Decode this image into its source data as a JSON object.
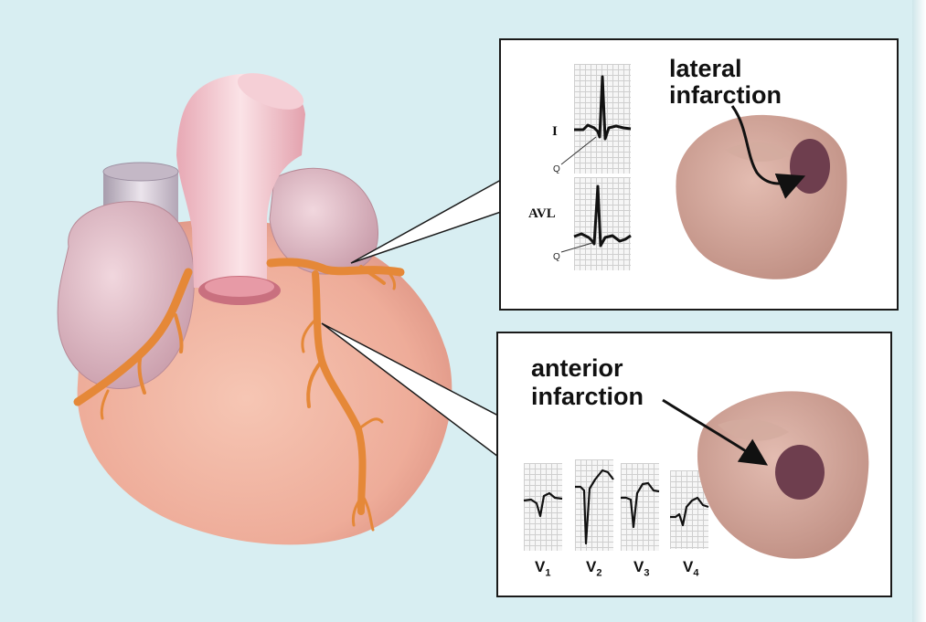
{
  "lateral_panel": {
    "title_line1": "lateral",
    "title_line2": "infarction",
    "leads": [
      {
        "label": "I",
        "q_label": "Q"
      },
      {
        "label": "AVL",
        "q_label": "Q"
      }
    ]
  },
  "anterior_panel": {
    "title_line1": "anterior",
    "title_line2": "infarction",
    "leads": [
      {
        "prefix": "V",
        "sub": "1"
      },
      {
        "prefix": "V",
        "sub": "2"
      },
      {
        "prefix": "V",
        "sub": "3"
      },
      {
        "prefix": "V",
        "sub": "4"
      }
    ]
  },
  "colors": {
    "background": "#d8eef2",
    "heart_body": "#edaf9c",
    "atrium": "#d9b4bf",
    "aorta": "#f3c3cb",
    "artery": "#e58838",
    "infarct": "#6e3e4e",
    "ventricle_model": "#c99a8f"
  }
}
